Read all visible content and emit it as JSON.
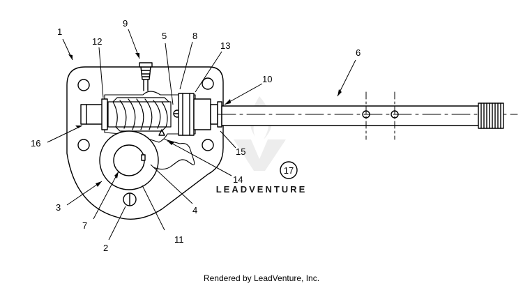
{
  "callouts": {
    "c1": "1",
    "c2": "2",
    "c3": "3",
    "c4": "4",
    "c5": "5",
    "c6": "6",
    "c7": "7",
    "c8": "8",
    "c9": "9",
    "c10": "10",
    "c11": "11",
    "c12": "12",
    "c13": "13",
    "c14": "14",
    "c15": "15",
    "c16": "16",
    "c17": "17"
  },
  "watermark": {
    "text": "LEADVENTURE"
  },
  "footer": {
    "credit": "Rendered by LeadVenture, Inc."
  }
}
